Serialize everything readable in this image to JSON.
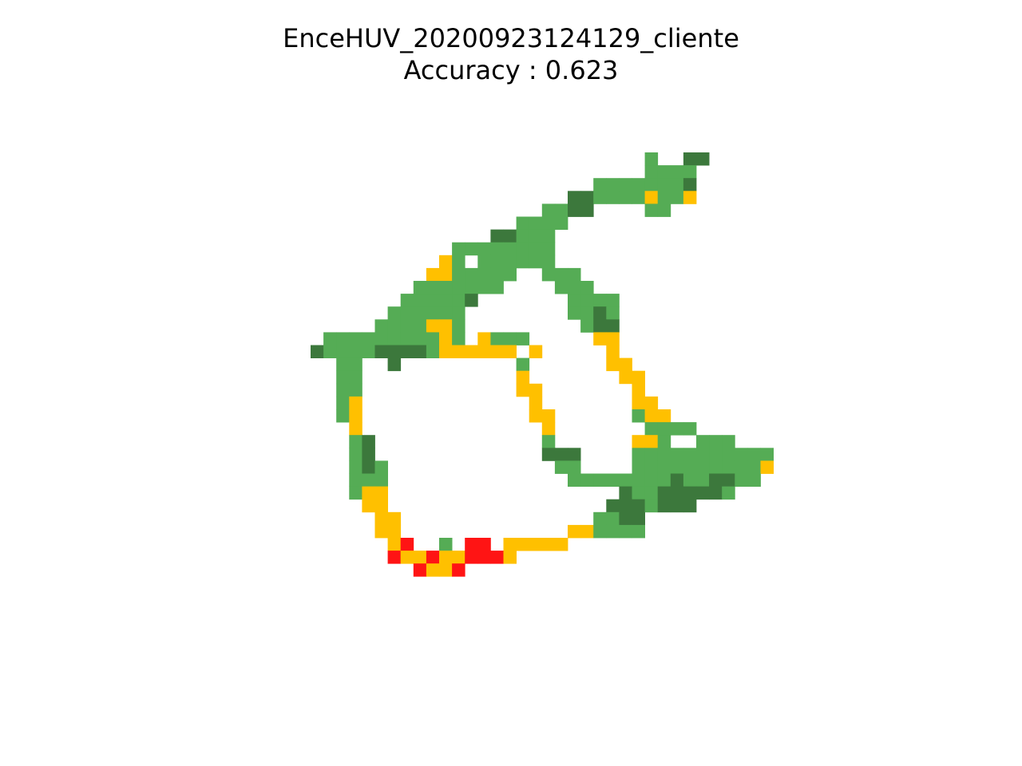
{
  "chart_data": {
    "type": "heatmap",
    "title": "EnceHUV_20200923124129_cliente",
    "subtitle": "Accuracy : 0.623",
    "grid": false,
    "axes_visible": false,
    "colors": {
      "G": "#55ac55",
      "D": "#3c783c",
      "Y": "#ffc000",
      "R": "#ff1414"
    },
    "cells": [
      "..........................G..DD...",
      "..........................GGGG....",
      "......................GGGGGGGD....",
      "....................DDGGGGYGGY....",
      "..................GGDD....GG......",
      "................GGGG..............",
      "..............DDGGG...............",
      "...........GGGGGGGG...............",
      "..........YG.GGGGGG...............",
      ".........YYGGGGG..GGG.............",
      "........GGGGGGG....GGG............",
      ".......GGGGGD.......GGGG..........",
      "......GGGGGG........GGDG..........",
      ".....GGGGYYG.........GDD..........",
      ".GGGGGGGGGYG.YGGG.....YY..........",
      "DGGGGDDDDGYYYYYY.Y.....Y..........",
      "..GG..D.........G......YY.........",
      "..GG............Y.......YY........",
      "..GG............YY.......Y........",
      "..GY.............Y.......YY.......",
      "..GY.............YY......GYY......",
      "...Y..............Y.......GGGG....",
      "...GD.............G......YYG..GGG.",
      "...GD.............DDD....GGGGGGGGGGG",
      "...GDG.............GG....GGGGGGGGGGY",
      "...GGG..............GGGGGGGGDGGDDGG.",
      "...GYY..................DGGDDDDDG...",
      "....YY.................DDDGDDD......",
      ".....YY...............GGDD..........",
      ".....YY.............YYGGGG..........",
      "......YR..G.RR.YYYYY................",
      "......RYYRYYRRRY....................",
      "........RYYR........................"
    ]
  }
}
